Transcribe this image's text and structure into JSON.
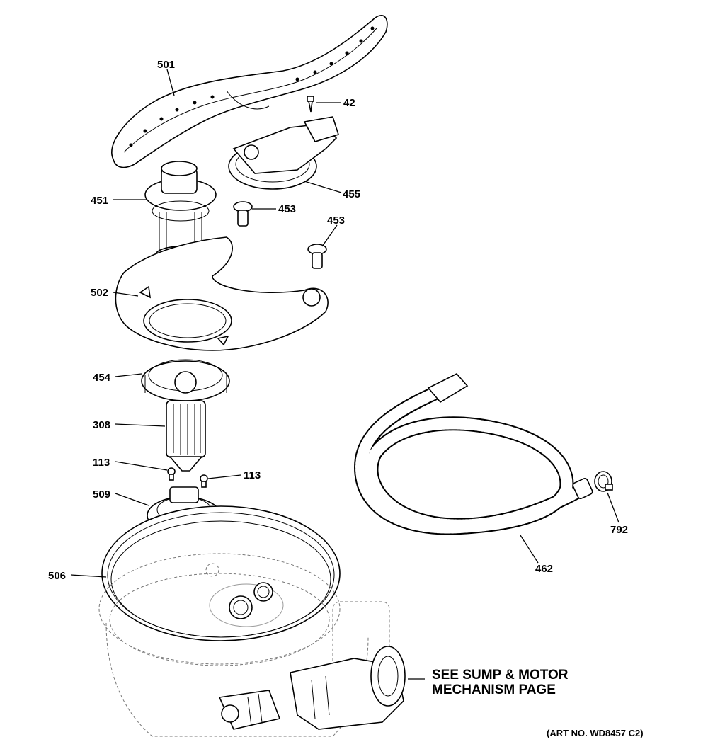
{
  "callouts": {
    "c501": "501",
    "c42": "42",
    "c451": "451",
    "c455": "455",
    "c453a": "453",
    "c453b": "453",
    "c502": "502",
    "c454": "454",
    "c308": "308",
    "c113a": "113",
    "c113b": "113",
    "c509": "509",
    "c506": "506",
    "c792": "792",
    "c462": "462"
  },
  "notes": {
    "see_line1": "SEE SUMP & MOTOR",
    "see_line2": "MECHANISM PAGE",
    "art_no": "(ART NO. WD8457 C2)"
  }
}
